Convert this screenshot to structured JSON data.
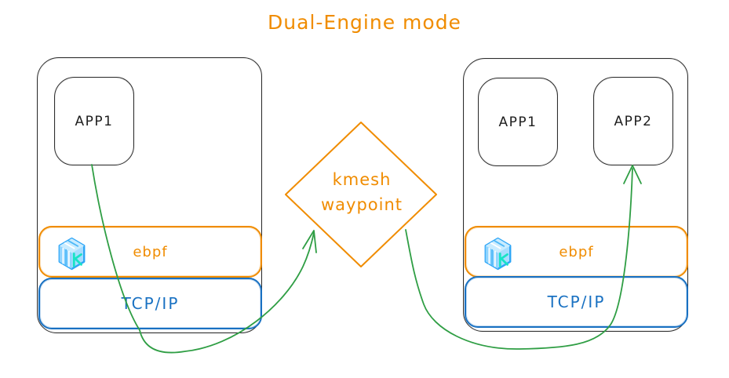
{
  "title": "Dual-Engine mode",
  "waypoint": {
    "line1": "kmesh",
    "line2": "waypoint"
  },
  "nodes": {
    "left": {
      "apps": [
        {
          "label": "APP1"
        }
      ],
      "layers": [
        {
          "label": "ebpf"
        },
        {
          "label": "TCP/IP"
        }
      ]
    },
    "right": {
      "apps": [
        {
          "label": "APP1"
        },
        {
          "label": "APP2"
        }
      ],
      "layers": [
        {
          "label": "ebpf"
        },
        {
          "label": "TCP/IP"
        }
      ]
    }
  },
  "edges": [
    {
      "from": "left-node APP1",
      "to": "kmesh waypoint",
      "style": "green curved arrow"
    },
    {
      "from": "kmesh waypoint",
      "to": "right-node APP2",
      "style": "green curved arrow"
    }
  ],
  "icons": {
    "kmesh_logo": "kmesh-cube-logo"
  },
  "colors": {
    "accent_orange": "#f08c00",
    "accent_blue": "#1971c2",
    "arrow_green": "#2f9e44",
    "stroke_black": "#1e1e1e",
    "logo_blue": "#2ea6f7",
    "logo_cyan": "#18e3c6",
    "background": "#ffffff"
  }
}
